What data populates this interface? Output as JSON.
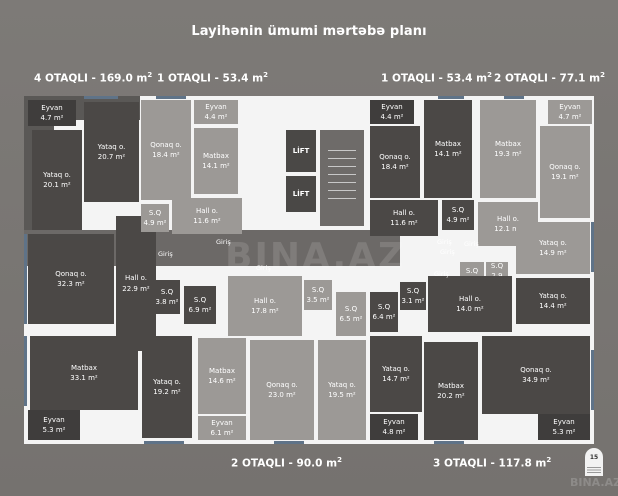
{
  "title": "Layihənin ümumi mərtəbə planı",
  "units": {
    "top": [
      {
        "label": "4 OTAQLI - 169.0 m",
        "sup": "2"
      },
      {
        "label": "1 OTAQLI - 53.4 m",
        "sup": "2"
      },
      {
        "label": "1 OTAQLI - 53.4 m",
        "sup": "2"
      },
      {
        "label": "2 OTAQLI - 77.1 m",
        "sup": "2"
      }
    ],
    "bottom": [
      {
        "label": "2 OTAQLI - 90.0 m",
        "sup": "2"
      },
      {
        "label": "3 OTAQLI - 117.8 m",
        "sup": "2"
      }
    ]
  },
  "rooms": [
    {
      "name": "Eyvan",
      "area": "4.7 m²"
    },
    {
      "name": "Yataq o.",
      "area": "20.1 m²"
    },
    {
      "name": "Yataq o.",
      "area": "20.7 m²"
    },
    {
      "name": "Qonaq o.",
      "area": "32.3 m²"
    },
    {
      "name": "Hall o.",
      "area": "22.9 m²"
    },
    {
      "name": "S.Q",
      "area": "3.8 m²"
    },
    {
      "name": "S.Q",
      "area": "6.9 m²"
    },
    {
      "name": "Matbax",
      "area": "33.1 m²"
    },
    {
      "name": "Yataq o.",
      "area": "19.2 m²"
    },
    {
      "name": "Eyvan",
      "area": "5.3 m²"
    },
    {
      "name": "Eyvan",
      "area": "4.4 m²"
    },
    {
      "name": "Qonaq o.",
      "area": "18.4 m²"
    },
    {
      "name": "Matbax",
      "area": "14.1 m²"
    },
    {
      "name": "S.Q",
      "area": "4.9 m²"
    },
    {
      "name": "Hall o.",
      "area": "11.6 m²"
    },
    {
      "name": "Eyvan",
      "area": "4.4 m²"
    },
    {
      "name": "Qonaq o.",
      "area": "18.4 m²"
    },
    {
      "name": "Matbax",
      "area": "14.1 m²"
    },
    {
      "name": "Hall o.",
      "area": "11.6 m²"
    },
    {
      "name": "S.Q",
      "area": "4.9 m²"
    },
    {
      "name": "Eyvan",
      "area": "4.7 m²"
    },
    {
      "name": "Matbax",
      "area": "19.3 m²"
    },
    {
      "name": "Qonaq o.",
      "area": "19.1 m²"
    },
    {
      "name": "Hall o.",
      "area": "12.1 m²"
    },
    {
      "name": "Yataq o.",
      "area": "14.9 m²"
    },
    {
      "name": "S.Q",
      "area": "4.1 m²"
    },
    {
      "name": "S.Q",
      "area": "2.9 m²"
    },
    {
      "name": "Hall o.",
      "area": "17.8 m²"
    },
    {
      "name": "S.Q",
      "area": "3.5 m²"
    },
    {
      "name": "S.Q",
      "area": "6.5 m²"
    },
    {
      "name": "Matbax",
      "area": "14.6 m²"
    },
    {
      "name": "Qonaq o.",
      "area": "23.0 m²"
    },
    {
      "name": "Yataq o.",
      "area": "19.5 m²"
    },
    {
      "name": "Eyvan",
      "area": "6.1 m²"
    },
    {
      "name": "S.Q",
      "area": "6.4 m²"
    },
    {
      "name": "S.Q",
      "area": "3.1 m²"
    },
    {
      "name": "Hall o.",
      "area": "14.0 m²"
    },
    {
      "name": "Yataq o.",
      "area": "14.4 m²"
    },
    {
      "name": "Yataq o.",
      "area": "14.7 m²"
    },
    {
      "name": "Matbax",
      "area": "20.2 m²"
    },
    {
      "name": "Qonaq o.",
      "area": "34.9 m²"
    },
    {
      "name": "Eyvan",
      "area": "4.8 m²"
    },
    {
      "name": "Eyvan",
      "area": "5.3 m²"
    }
  ],
  "core": {
    "lift1": "LİFT",
    "lift2": "LİFT"
  },
  "entrances": [
    "Giriş",
    "Giriş",
    "Giriş",
    "Giriş",
    "Giriş",
    "Giriş",
    "Giriş"
  ],
  "watermark": "BINA.AZ",
  "badge": {
    "number": "15"
  },
  "colors": {
    "background": "#7a7774",
    "unit_dark": "#4b4846",
    "unit_light": "#9c9996",
    "walls": "#f4f4f4",
    "window": "#5f7388"
  }
}
